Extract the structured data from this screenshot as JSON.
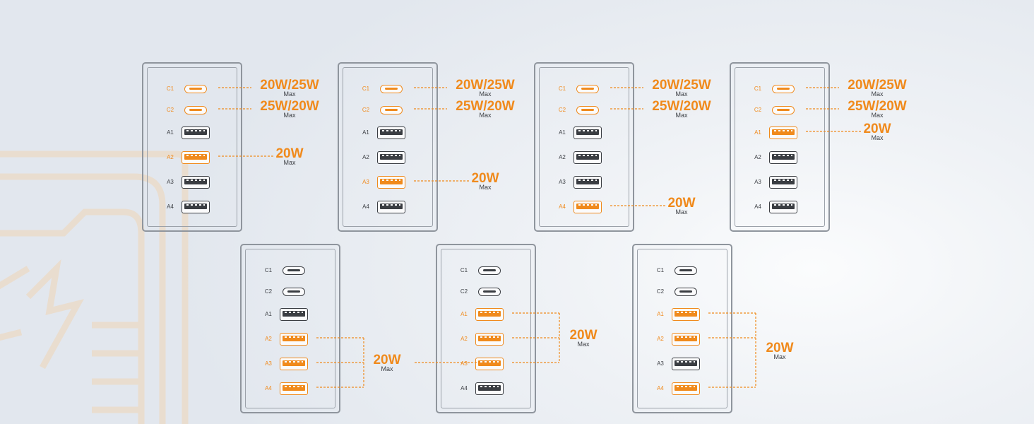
{
  "colors": {
    "active": "#f08a1c",
    "inactive": "#3a3d42",
    "frame": "#8f959d"
  },
  "configs": [
    {
      "ports": [
        {
          "id": "C1",
          "type": "c",
          "active": true
        },
        {
          "id": "C2",
          "type": "c",
          "active": true
        },
        {
          "id": "A1",
          "type": "a",
          "active": false
        },
        {
          "id": "A2",
          "type": "a",
          "active": true
        },
        {
          "id": "A3",
          "type": "a",
          "active": false
        },
        {
          "id": "A4",
          "type": "a",
          "active": false
        }
      ],
      "labels": [
        {
          "ports": [
            "C1"
          ],
          "power": "20W/25W",
          "sub": "Max"
        },
        {
          "ports": [
            "C2"
          ],
          "power": "25W/20W",
          "sub": "Max"
        },
        {
          "ports": [
            "A2"
          ],
          "power": "20W",
          "sub": "Max"
        }
      ]
    },
    {
      "ports": [
        {
          "id": "C1",
          "type": "c",
          "active": true
        },
        {
          "id": "C2",
          "type": "c",
          "active": true
        },
        {
          "id": "A1",
          "type": "a",
          "active": false
        },
        {
          "id": "A2",
          "type": "a",
          "active": false
        },
        {
          "id": "A3",
          "type": "a",
          "active": true
        },
        {
          "id": "A4",
          "type": "a",
          "active": false
        }
      ],
      "labels": [
        {
          "ports": [
            "C1"
          ],
          "power": "20W/25W",
          "sub": "Max"
        },
        {
          "ports": [
            "C2"
          ],
          "power": "25W/20W",
          "sub": "Max"
        },
        {
          "ports": [
            "A3"
          ],
          "power": "20W",
          "sub": "Max"
        }
      ]
    },
    {
      "ports": [
        {
          "id": "C1",
          "type": "c",
          "active": true
        },
        {
          "id": "C2",
          "type": "c",
          "active": true
        },
        {
          "id": "A1",
          "type": "a",
          "active": false
        },
        {
          "id": "A2",
          "type": "a",
          "active": false
        },
        {
          "id": "A3",
          "type": "a",
          "active": false
        },
        {
          "id": "A4",
          "type": "a",
          "active": true
        }
      ],
      "labels": [
        {
          "ports": [
            "C1"
          ],
          "power": "20W/25W",
          "sub": "Max"
        },
        {
          "ports": [
            "C2"
          ],
          "power": "25W/20W",
          "sub": "Max"
        },
        {
          "ports": [
            "A4"
          ],
          "power": "20W",
          "sub": "Max"
        }
      ]
    },
    {
      "ports": [
        {
          "id": "C1",
          "type": "c",
          "active": true
        },
        {
          "id": "C2",
          "type": "c",
          "active": true
        },
        {
          "id": "A1",
          "type": "a",
          "active": true
        },
        {
          "id": "A2",
          "type": "a",
          "active": false
        },
        {
          "id": "A3",
          "type": "a",
          "active": false
        },
        {
          "id": "A4",
          "type": "a",
          "active": false
        }
      ],
      "labels": [
        {
          "ports": [
            "C1"
          ],
          "power": "20W/25W",
          "sub": "Max"
        },
        {
          "ports": [
            "C2"
          ],
          "power": "25W/20W",
          "sub": "Max"
        },
        {
          "ports": [
            "A1"
          ],
          "power": "20W",
          "sub": "Max"
        }
      ]
    },
    {
      "ports": [
        {
          "id": "C1",
          "type": "c",
          "active": false
        },
        {
          "id": "C2",
          "type": "c",
          "active": false
        },
        {
          "id": "A1",
          "type": "a",
          "active": false
        },
        {
          "id": "A2",
          "type": "a",
          "active": true
        },
        {
          "id": "A3",
          "type": "a",
          "active": true
        },
        {
          "id": "A4",
          "type": "a",
          "active": true
        }
      ],
      "labels": [
        {
          "ports": [
            "A2",
            "A3",
            "A4"
          ],
          "power": "20W",
          "sub": "Max"
        }
      ]
    },
    {
      "ports": [
        {
          "id": "C1",
          "type": "c",
          "active": false
        },
        {
          "id": "C2",
          "type": "c",
          "active": false
        },
        {
          "id": "A1",
          "type": "a",
          "active": true
        },
        {
          "id": "A2",
          "type": "a",
          "active": true
        },
        {
          "id": "A3",
          "type": "a",
          "active": true
        },
        {
          "id": "A4",
          "type": "a",
          "active": false
        }
      ],
      "labels": [
        {
          "ports": [
            "A1",
            "A2",
            "A3"
          ],
          "power": "20W",
          "sub": "Max"
        }
      ]
    },
    {
      "ports": [
        {
          "id": "C1",
          "type": "c",
          "active": false
        },
        {
          "id": "C2",
          "type": "c",
          "active": false
        },
        {
          "id": "A1",
          "type": "a",
          "active": true
        },
        {
          "id": "A2",
          "type": "a",
          "active": true
        },
        {
          "id": "A3",
          "type": "a",
          "active": false
        },
        {
          "id": "A4",
          "type": "a",
          "active": true
        }
      ],
      "labels": [
        {
          "ports": [
            "A1",
            "A2",
            "A4"
          ],
          "power": "20W",
          "sub": "Max"
        }
      ]
    }
  ]
}
